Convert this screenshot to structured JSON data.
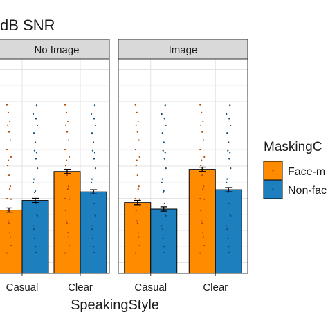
{
  "chart_data": {
    "type": "bar",
    "title": "dB SNR",
    "xlabel": "SpeakingStyle",
    "ylabel": "",
    "facets": [
      "No Image",
      "Image"
    ],
    "categories": [
      "Casual",
      "Clear"
    ],
    "legend": {
      "title": "MaskingC",
      "position": "right",
      "entries": [
        "Face-m",
        "Non-fac"
      ]
    },
    "ylim": [
      0,
      1
    ],
    "grid": true,
    "series": [
      {
        "name": "Face-m",
        "color": "#ff8c00",
        "values": {
          "No Image": [
            0.295,
            0.475
          ],
          "Image": [
            0.33,
            0.485
          ]
        },
        "error": {
          "No Image": [
            0.01,
            0.01
          ],
          "Image": [
            0.01,
            0.01
          ]
        }
      },
      {
        "name": "Non-fac",
        "color": "#1e7fbf",
        "values": {
          "No Image": [
            0.34,
            0.38
          ],
          "Image": [
            0.3,
            0.39
          ]
        },
        "error": {
          "No Image": [
            0.01,
            0.01
          ],
          "Image": [
            0.01,
            0.01
          ]
        }
      }
    ]
  }
}
